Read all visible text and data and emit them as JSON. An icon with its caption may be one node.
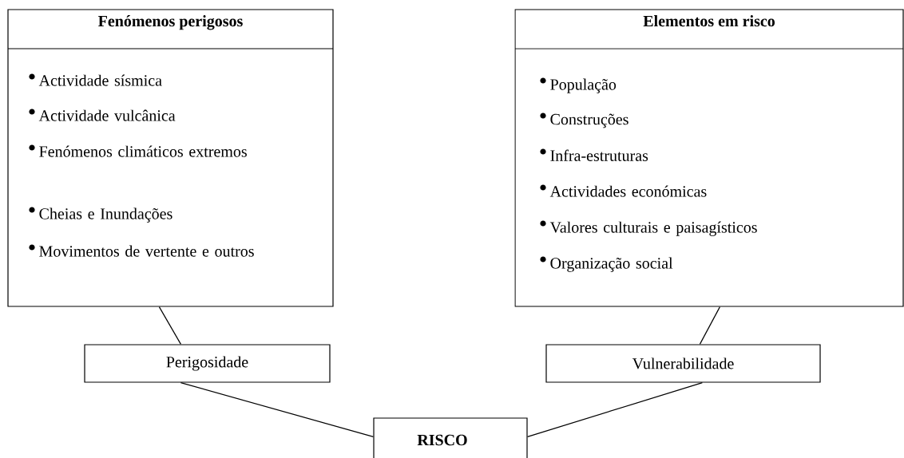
{
  "diagram": {
    "nodes": [
      {
        "text": [
          "Fenómenos perigosos",
          "Actividade sísmica",
          "Actividade vulcânica",
          "Fenómenos climáticos extremos",
          "Cheias e Inundações",
          "Movimentos de vertente e outros"
        ]
      },
      {
        "text": [
          "Elementos em risco",
          "População",
          "Construções",
          "Infra-estruturas",
          "Actividades económicas",
          "Valores culturais e paisagísticos",
          "Organização social"
        ]
      },
      {
        "text": [
          "Perigosidade"
        ]
      },
      {
        "text": [
          "Vulnerabilidade"
        ]
      },
      {
        "text": [
          "RISCO"
        ]
      }
    ],
    "edges": [
      {
        "from": 0,
        "to": 2,
        "arrow": "none"
      },
      {
        "from": 1,
        "to": 3,
        "arrow": "none"
      },
      {
        "from": 2,
        "to": 4,
        "arrow": "none"
      },
      {
        "from": 3,
        "to": 4,
        "arrow": "none"
      }
    ]
  }
}
